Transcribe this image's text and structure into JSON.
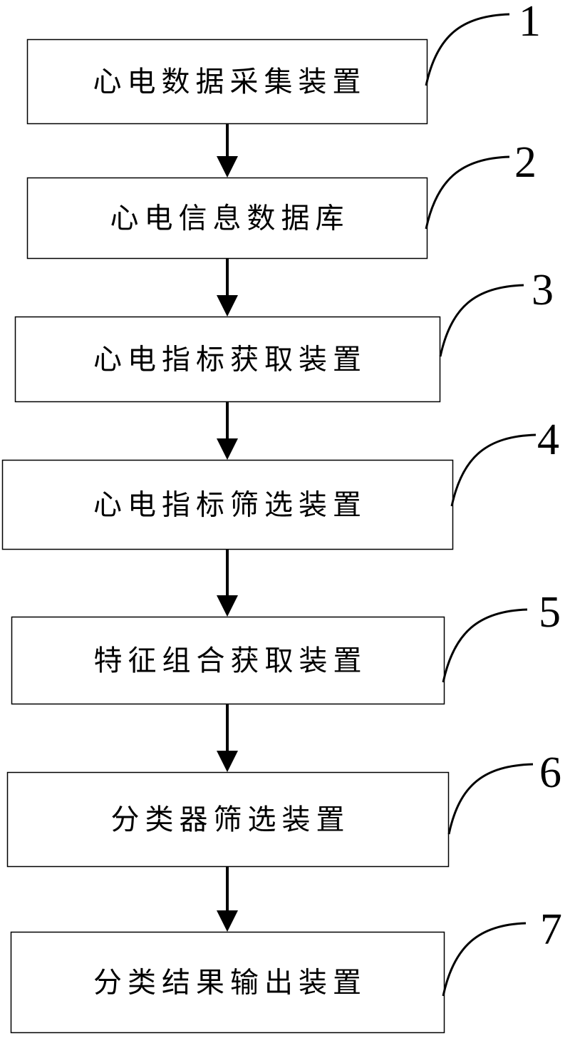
{
  "diagram": {
    "type": "flowchart",
    "direction": "top-to-bottom",
    "colors": {
      "stroke": "#000000",
      "background": "#ffffff",
      "text": "#000000"
    },
    "steps": [
      {
        "ref": "1",
        "label": "心电数据采集装置"
      },
      {
        "ref": "2",
        "label": "心电信息数据库"
      },
      {
        "ref": "3",
        "label": "心电指标获取装置"
      },
      {
        "ref": "4",
        "label": "心电指标筛选装置"
      },
      {
        "ref": "5",
        "label": "特征组合获取装置"
      },
      {
        "ref": "6",
        "label": "分类器筛选装置"
      },
      {
        "ref": "7",
        "label": "分类结果输出装置"
      }
    ],
    "edges": [
      {
        "from": "1",
        "to": "2"
      },
      {
        "from": "2",
        "to": "3"
      },
      {
        "from": "3",
        "to": "4"
      },
      {
        "from": "4",
        "to": "5"
      },
      {
        "from": "5",
        "to": "6"
      },
      {
        "from": "6",
        "to": "7"
      }
    ]
  }
}
